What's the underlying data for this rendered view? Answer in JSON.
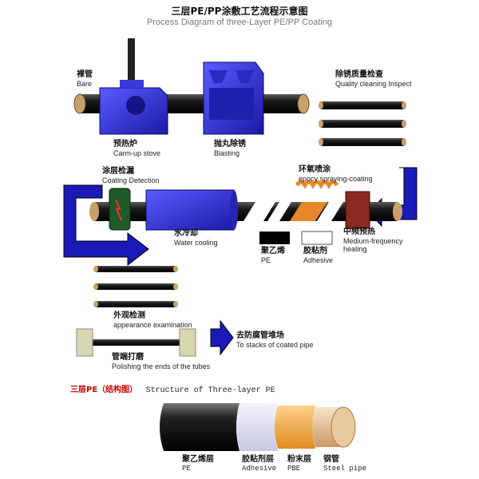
{
  "header": {
    "title_zh": "三层PE/PP涂敷工艺流程示意图",
    "title_en": "Process Diagram of three-Layer PE/PP Coating"
  },
  "steps": {
    "bare": {
      "zh": "裸管",
      "en": "Bare"
    },
    "stove": {
      "zh": "预热炉",
      "en": "Carm-up stove"
    },
    "blasting": {
      "zh": "抛丸除锈",
      "en": "Blasting"
    },
    "inspect": {
      "zh": "除锈质量检查",
      "en": "Quality cleaning Inspect"
    },
    "coating_detection": {
      "zh": "涂层检漏",
      "en": "Coating Detection"
    },
    "epoxy": {
      "zh": "环氧喷涂",
      "en": "epocy spraying-coating"
    },
    "water_cooling": {
      "zh": "水冷却",
      "en": "Water cooling"
    },
    "pe": {
      "zh": "聚乙烯",
      "en": "PE"
    },
    "adhesive": {
      "zh": "胶粘剂",
      "en": "Adhesive"
    },
    "heating": {
      "zh": "中频预热",
      "en": "Medium-frequency heating"
    },
    "appearance": {
      "zh": "外观检测",
      "en": "appearance examination"
    },
    "stacks": {
      "zh": "去防腐管堆场",
      "en": "To stacks of coated pipe"
    },
    "polishing": {
      "zh": "管端打磨",
      "en": "Polishing the ends of the tubes"
    }
  },
  "structure": {
    "title_zh": "三层PE（结构图）",
    "title_en": "Structure of Three-layer PE",
    "layers": [
      {
        "zh": "聚乙烯层",
        "en": "PE"
      },
      {
        "zh": "胶粘剂层",
        "en": "Adhesive"
      },
      {
        "zh": "粉末层",
        "en": "PBE"
      },
      {
        "zh": "钢管",
        "en": "Steel pipe"
      }
    ]
  },
  "colors": {
    "blue": "#1a1ab8",
    "pipe_tan": "#c9a06a",
    "pipe_dark": "#1e1e1e",
    "epoxy_orange": "#e8872a",
    "heater_red": "#8b2a1e",
    "structure_title_red": "#cc0000"
  }
}
